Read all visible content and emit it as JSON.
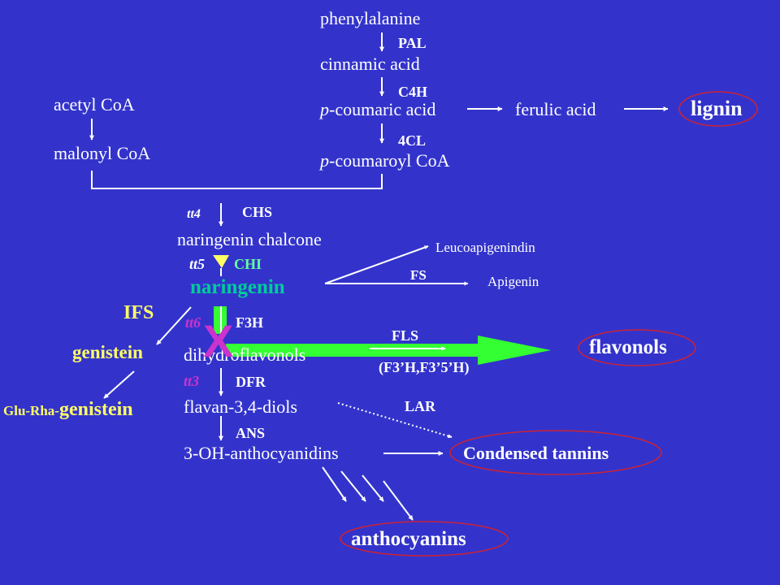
{
  "compounds": {
    "phenylalanine": "phenylalanine",
    "cinnamic_acid": "cinnamic acid",
    "p_coumaric_acid_italic": "p",
    "p_coumaric_acid": "-coumaric acid",
    "ferulic_acid": "ferulic acid",
    "lignin": "lignin",
    "acetyl_coa": "acetyl CoA",
    "malonyl_coa": "malonyl CoA",
    "p_coumaroyl_coa_italic": "p",
    "p_coumaroyl_coa": "-coumaroyl CoA",
    "naringenin_chalcone": "naringenin chalcone",
    "naringenin": "naringenin",
    "leucoapigenindin": "Leucoapigenindin",
    "apigenin": "Apigenin",
    "genistein": "genistein",
    "glu_rha_genistein_prefix": "Glu-Rha-",
    "glu_rha_genistein": "genistein",
    "dihydroflavonols": "dihydroflavonols",
    "flavonols": "flavonols",
    "flavan_diols": "flavan-3,4-diols",
    "oh_anthocyanidins": "3-OH-anthocyanidins",
    "condensed_tannins": "Condensed tannins",
    "anthocyanins": "anthocyanins"
  },
  "enzymes": {
    "pal": "PAL",
    "c4h": "C4H",
    "cl4": "4CL",
    "chs": "CHS",
    "chi": "CHI",
    "fs": "FS",
    "ifs": "IFS",
    "f3h": "F3H",
    "fls": "FLS",
    "f3h_pair": "(F3’H,F3’5’H)",
    "dfr": "DFR",
    "lar": "LAR",
    "ans": "ANS"
  },
  "genes": {
    "tt4": "tt4",
    "tt5": "tt5",
    "tt6": "tt6",
    "tt3": "tt3"
  },
  "block_mark": "X",
  "colors": {
    "background": "#3333CC",
    "text": "#FFFFFF",
    "highlight_yellow": "#FFFF66",
    "naringenin_teal": "#00CC99",
    "gene_magenta": "#CC33CC",
    "redirect_arrow_green": "#33FF33",
    "block_x_magenta": "#CC33CC",
    "product_ellipse_red": "#CC2233"
  }
}
